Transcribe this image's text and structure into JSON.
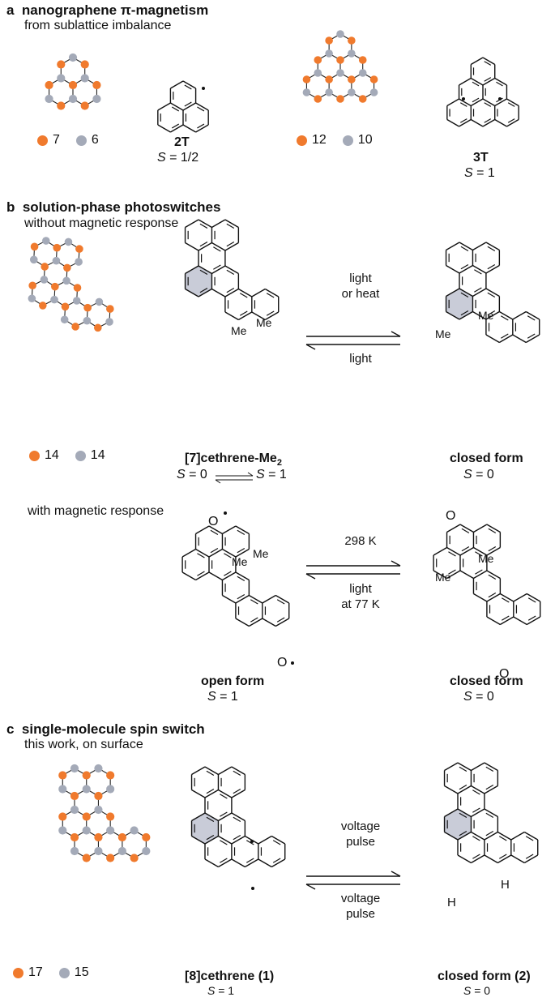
{
  "colors": {
    "majority_site": "#f07a2d",
    "minority_site": "#a4aab8",
    "highlight_ring": "#c9ccd8"
  },
  "section_a": {
    "letter": "a",
    "title": "nanographene π-magnetism",
    "subtitle": "from sublattice imbalance",
    "legend1": {
      "orange": "7",
      "gray": "6"
    },
    "mol1": {
      "name": "2T",
      "spin_label": "S",
      "spin_value": " = 1/2"
    },
    "legend2": {
      "orange": "12",
      "gray": "10"
    },
    "mol2": {
      "name": "3T",
      "spin_label": "S",
      "spin_value": " = 1"
    }
  },
  "section_b": {
    "letter": "b",
    "title": "solution-phase photoswitches",
    "subtitle": "without magnetic response",
    "legend": {
      "orange": "14",
      "gray": "14"
    },
    "mol_left": {
      "name": "[7]cethrene-Me",
      "name_sub": "2",
      "s0": " = 0",
      "s1": " = 1",
      "spin_label": "S"
    },
    "arrow1": {
      "forward": "light\nor heat",
      "backward": "light"
    },
    "mol_right": {
      "name": "closed form",
      "spin_label": "S",
      "spin_value": " = 0"
    },
    "subtitle2": "with magnetic response",
    "mol_left2": {
      "name": "open form",
      "spin_label": "S",
      "spin_value": " = 1"
    },
    "arrow2": {
      "forward": "298 K",
      "backward": "light\nat 77 K"
    },
    "mol_right2": {
      "name": "closed form",
      "spin_label": "S",
      "spin_value": " = 0"
    },
    "atom_labels": {
      "me": "Me",
      "oxygen": "O",
      "radical": "•"
    }
  },
  "section_c": {
    "letter": "c",
    "title": "single-molecule spin switch",
    "subtitle": "this work, on surface",
    "legend": {
      "orange": "17",
      "gray": "15"
    },
    "mol_left": {
      "name": "[8]cethrene (1)",
      "spin_label": "S",
      "spin_value": " = 1"
    },
    "arrow": {
      "forward": "voltage\npulse",
      "backward": "voltage\npulse"
    },
    "mol_right": {
      "name": "closed form (2)",
      "spin_label": "S",
      "spin_value": " = 0"
    },
    "atom_labels": {
      "h": "H"
    }
  }
}
